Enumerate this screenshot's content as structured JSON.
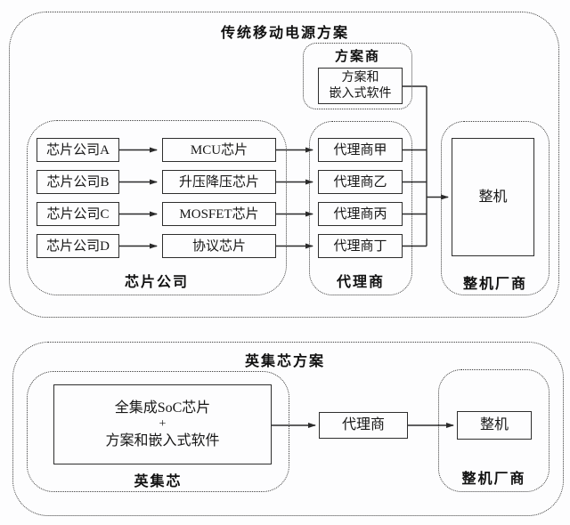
{
  "colors": {
    "line": "#2b2b2b",
    "background": "#fdfdfe"
  },
  "top_section": {
    "title": "传统移动电源方案",
    "provider_group": {
      "label": "方案商",
      "box_line1": "方案和",
      "box_line2": "嵌入式软件"
    },
    "chip_group_label": "芯片公司",
    "agent_group_label": "代理商",
    "oem_group_label": "整机厂商",
    "oem_box": "整机",
    "rows": [
      {
        "company": "芯片公司A",
        "chip": "MCU芯片",
        "agent": "代理商甲"
      },
      {
        "company": "芯片公司B",
        "chip": "升压降压芯片",
        "agent": "代理商乙"
      },
      {
        "company": "芯片公司C",
        "chip": "MOSFET芯片",
        "agent": "代理商丙"
      },
      {
        "company": "芯片公司D",
        "chip": "协议芯片",
        "agent": "代理商丁"
      }
    ]
  },
  "bottom_section": {
    "title": "英集芯方案",
    "injoinic_group": {
      "label": "英集芯",
      "box_line1": "全集成SoC芯片",
      "box_line2": "+",
      "box_line3": "方案和嵌入式软件"
    },
    "agent_box": "代理商",
    "oem_group_label": "整机厂商",
    "oem_box": "整机"
  }
}
